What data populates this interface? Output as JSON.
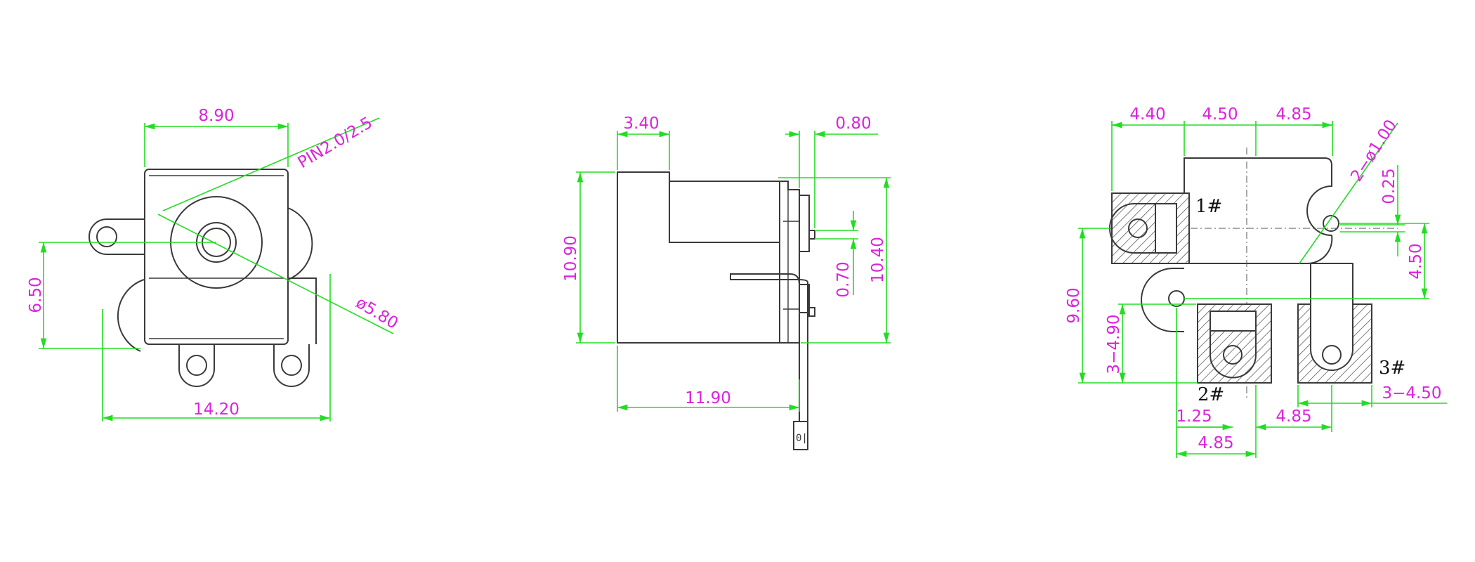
{
  "views": {
    "front": {
      "dims": {
        "width_top": "8.90",
        "pin_callout": "PIN2.0/2.5",
        "hole_dia": "ø5.80",
        "height_left": "6.50",
        "width_bottom": "14.20"
      }
    },
    "side": {
      "dims": {
        "body_top": "3.40",
        "tab_thickness": "0.80",
        "height_left": "10.90",
        "height_right": "10.40",
        "pin_offset": "0.70",
        "length_bottom": "11.90"
      }
    },
    "pcb": {
      "dims": {
        "top_a": "4.40",
        "top_b": "4.50",
        "top_c": "4.85",
        "holes": "2−ø1.00",
        "offset_small": "0.25",
        "right_height": "4.50",
        "left_height": "9.60",
        "pad_size": "3−4.90",
        "pad_width": "3−4.50",
        "bottom_a": "1.25",
        "bottom_b": "4.85",
        "bottom_c": "4.85"
      },
      "pins": {
        "pin1": "1#",
        "pin2": "2#",
        "pin3": "3#"
      }
    }
  },
  "colors": {
    "outline": "#3a3a3a",
    "dimension_line": "#22dd22",
    "dimension_text": "#dd22dd"
  }
}
